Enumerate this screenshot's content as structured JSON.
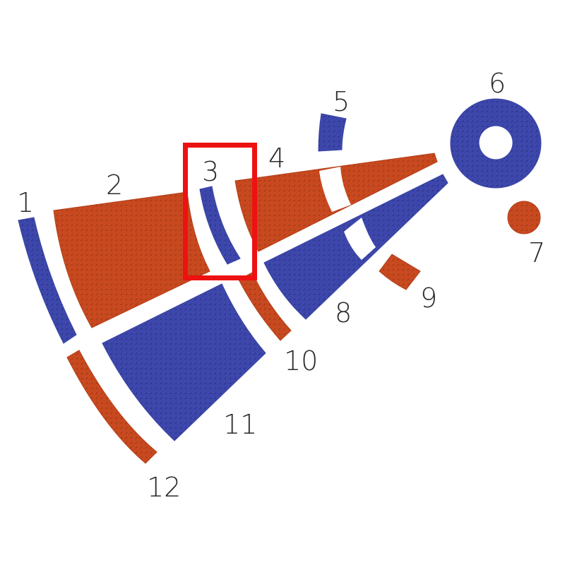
{
  "colors": {
    "red": "#c8491f",
    "blue": "#3b45a8",
    "highlight": "#ee1111",
    "background": "#ffffff"
  },
  "segments": [
    {
      "id": "1",
      "label": "1",
      "color": "blue"
    },
    {
      "id": "2",
      "label": "2",
      "color": "red"
    },
    {
      "id": "3",
      "label": "3",
      "color": "blue",
      "highlighted": true
    },
    {
      "id": "4",
      "label": "4",
      "color": "red"
    },
    {
      "id": "5",
      "label": "5",
      "color": "blue"
    },
    {
      "id": "6",
      "label": "6",
      "color": "blue"
    },
    {
      "id": "7",
      "label": "7",
      "color": "red"
    },
    {
      "id": "8",
      "label": "8",
      "color": "blue"
    },
    {
      "id": "9",
      "label": "9",
      "color": "red"
    },
    {
      "id": "10",
      "label": "10",
      "color": "red"
    },
    {
      "id": "11",
      "label": "11",
      "color": "blue"
    },
    {
      "id": "12",
      "label": "12",
      "color": "red"
    }
  ]
}
